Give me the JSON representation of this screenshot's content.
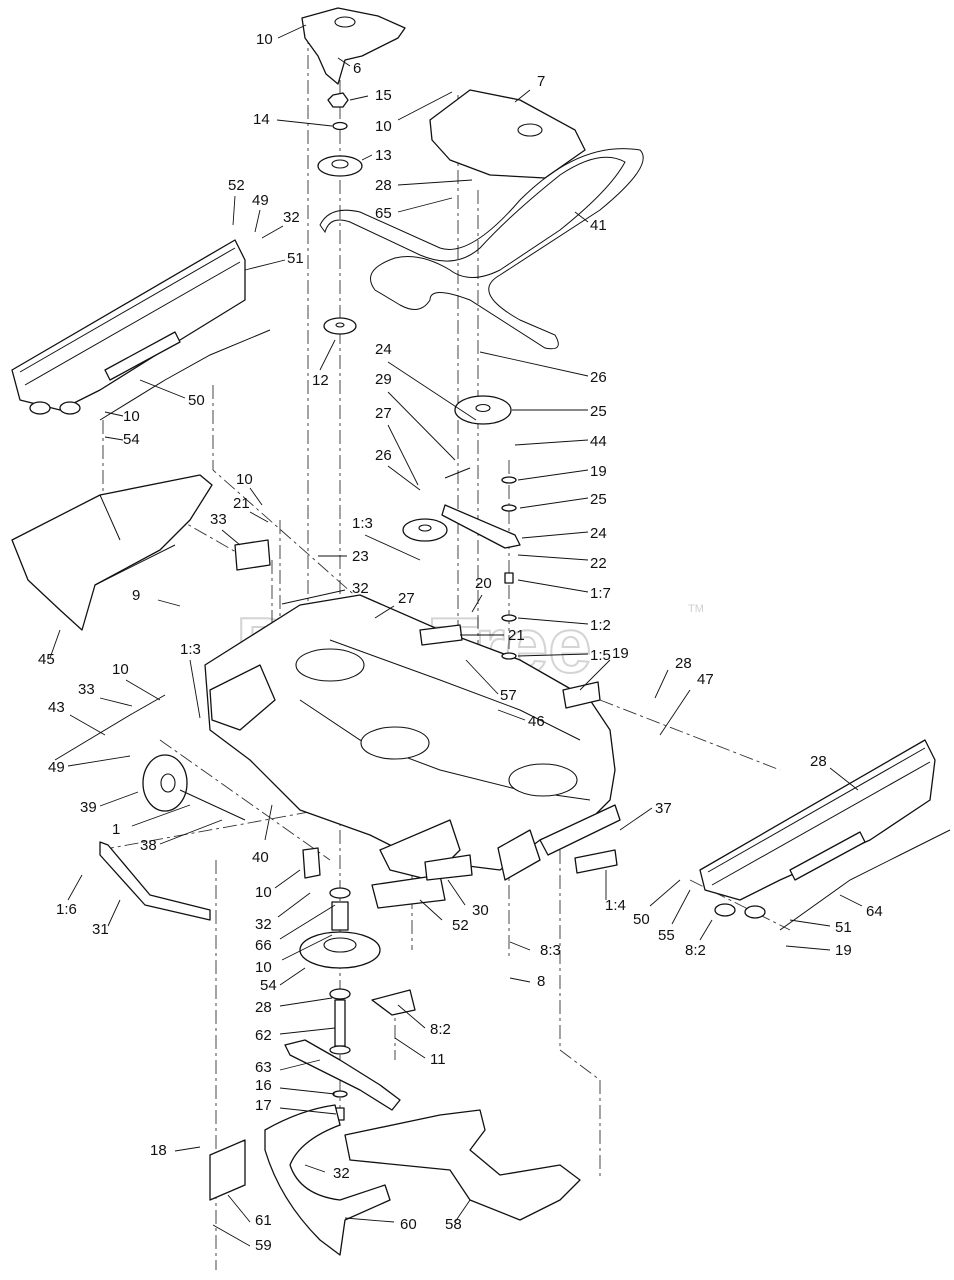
{
  "watermark": {
    "text": "PartsTree",
    "trademark": "TM"
  },
  "callouts": [
    {
      "label": "10"
    },
    {
      "label": "6"
    },
    {
      "label": "7"
    },
    {
      "label": "15"
    },
    {
      "label": "14"
    },
    {
      "label": "10"
    },
    {
      "label": "13"
    },
    {
      "label": "28"
    },
    {
      "label": "65"
    },
    {
      "label": "41"
    },
    {
      "label": "52"
    },
    {
      "label": "49"
    },
    {
      "label": "32"
    },
    {
      "label": "51"
    },
    {
      "label": "12"
    },
    {
      "label": "24"
    },
    {
      "label": "26"
    },
    {
      "label": "29"
    },
    {
      "label": "25"
    },
    {
      "label": "50"
    },
    {
      "label": "10"
    },
    {
      "label": "54"
    },
    {
      "label": "27"
    },
    {
      "label": "44"
    },
    {
      "label": "26"
    },
    {
      "label": "19"
    },
    {
      "label": "10"
    },
    {
      "label": "25"
    },
    {
      "label": "21"
    },
    {
      "label": "33"
    },
    {
      "label": "1:3"
    },
    {
      "label": "24"
    },
    {
      "label": "22"
    },
    {
      "label": "23"
    },
    {
      "label": "32"
    },
    {
      "label": "1:7"
    },
    {
      "label": "20"
    },
    {
      "label": "27"
    },
    {
      "label": "9"
    },
    {
      "label": "1:2"
    },
    {
      "label": "21"
    },
    {
      "label": "1:5"
    },
    {
      "label": "19"
    },
    {
      "label": "1:3"
    },
    {
      "label": "45"
    },
    {
      "label": "28"
    },
    {
      "label": "10"
    },
    {
      "label": "47"
    },
    {
      "label": "33"
    },
    {
      "label": "57"
    },
    {
      "label": "43"
    },
    {
      "label": "46"
    },
    {
      "label": "28"
    },
    {
      "label": "49"
    },
    {
      "label": "39"
    },
    {
      "label": "37"
    },
    {
      "label": "1"
    },
    {
      "label": "38"
    },
    {
      "label": "40"
    },
    {
      "label": "1:6"
    },
    {
      "label": "10"
    },
    {
      "label": "30"
    },
    {
      "label": "1:4"
    },
    {
      "label": "64"
    },
    {
      "label": "50"
    },
    {
      "label": "32"
    },
    {
      "label": "31"
    },
    {
      "label": "55"
    },
    {
      "label": "52"
    },
    {
      "label": "66"
    },
    {
      "label": "8:2"
    },
    {
      "label": "51"
    },
    {
      "label": "10"
    },
    {
      "label": "8:3"
    },
    {
      "label": "19"
    },
    {
      "label": "54"
    },
    {
      "label": "8"
    },
    {
      "label": "28"
    },
    {
      "label": "8:2"
    },
    {
      "label": "62"
    },
    {
      "label": "11"
    },
    {
      "label": "63"
    },
    {
      "label": "16"
    },
    {
      "label": "17"
    },
    {
      "label": "18"
    },
    {
      "label": "32"
    },
    {
      "label": "61"
    },
    {
      "label": "60"
    },
    {
      "label": "58"
    },
    {
      "label": "59"
    },
    {
      "label": "61"
    }
  ]
}
